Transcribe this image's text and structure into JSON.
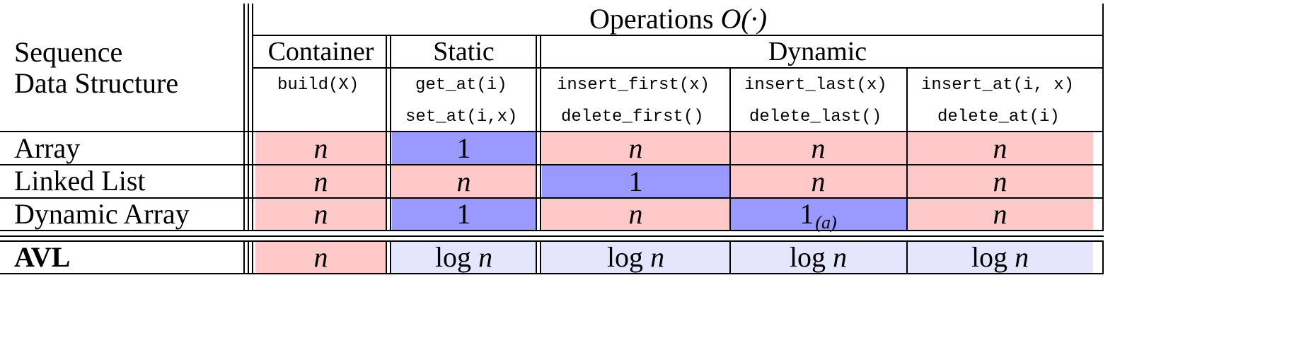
{
  "table": {
    "ops_header_text": "Operations ",
    "ops_header_math": "O(·)",
    "row_header_line1": "Sequence",
    "row_header_line2": "Data Structure",
    "groups": [
      "Container",
      "Static",
      "Dynamic"
    ],
    "ops": [
      [
        "build(X)"
      ],
      [
        "get_at(i)",
        "set_at(i,x)"
      ],
      [
        "insert_first(x)",
        "delete_first()"
      ],
      [
        "insert_last(x)",
        "delete_last()"
      ],
      [
        "insert_at(i, x)",
        "delete_at(i)"
      ]
    ],
    "rows": [
      {
        "name": "Array",
        "cells": [
          "n",
          "1",
          "n",
          "n",
          "n"
        ],
        "sub": [
          "",
          "",
          "",
          "",
          ""
        ]
      },
      {
        "name": "Linked List",
        "cells": [
          "n",
          "n",
          "1",
          "n",
          "n"
        ],
        "sub": [
          "",
          "",
          "",
          "",
          ""
        ]
      },
      {
        "name": "Dynamic Array",
        "cells": [
          "n",
          "1",
          "n",
          "1",
          "n"
        ],
        "sub": [
          "",
          "",
          "",
          "(a)",
          ""
        ]
      },
      {
        "name": "AVL",
        "cells": [
          "n",
          "log n",
          "log n",
          "log n",
          "log n"
        ],
        "sub": [
          "",
          "",
          "",
          "",
          ""
        ]
      }
    ],
    "log_word": "log",
    "colors": {
      "bad": "#ffc9c9",
      "good": "#9999ff",
      "mid": "#e5e5fe"
    }
  }
}
